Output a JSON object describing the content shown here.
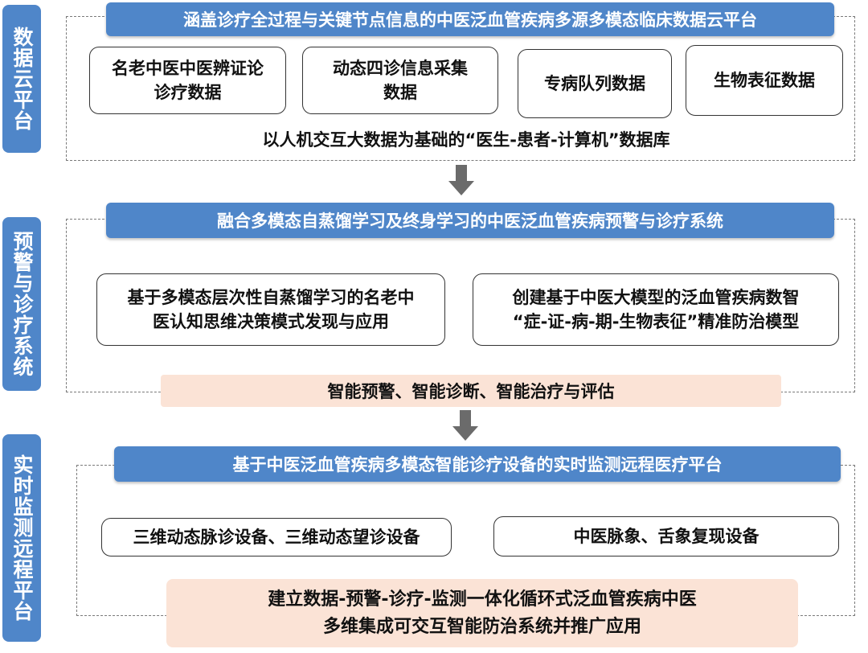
{
  "section1": {
    "side": "数据云平台",
    "banner": "涵盖诊疗全过程与关键节点信息的中医泛血管疾病多源多模态临床数据云平台",
    "boxes": [
      "名老中医中医辨证论\n诊疗数据",
      "动态四诊信息采集\n数据",
      "专病队列数据",
      "生物表征数据"
    ],
    "footer": "以人机交互大数据为基础的“医生-患者-计算机”数据库"
  },
  "section2": {
    "side": "预警与诊疗系统",
    "banner": "融合多模态自蒸馏学习及终身学习的中医泛血管疾病预警与诊疗系统",
    "boxes": [
      "基于多模态层次性自蒸馏学习的名老中\n医认知思维决策模式发现与应用",
      "创建基于中医大模型的泛血管疾病数智\n“症-证-病-期-生物表征”精准防治模型"
    ],
    "footer": "智能预警、智能诊断、智能治疗与评估"
  },
  "section3": {
    "side": "实时监测远程平台",
    "banner": "基于中医泛血管疾病多模态智能诊疗设备的实时监测远程医疗平台",
    "boxes": [
      "三维动态脉诊设备、三维动态望诊设备",
      "中医脉象、舌象复现设备"
    ],
    "footer": "建立数据-预警-诊疗-监测一体化循环式泛血管疾病中医\n多维集成可交互智能防治系统并推广应用"
  },
  "colors": {
    "banner_blue": "#4f86c9",
    "peach": "#fbe3d6",
    "arrow_gray": "#6b6b6b"
  }
}
